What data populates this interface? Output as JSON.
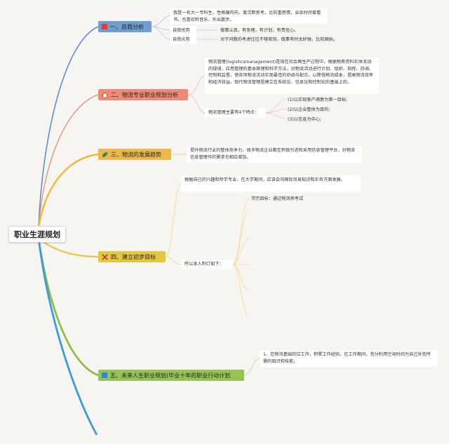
{
  "root": {
    "label": "职业生涯规划"
  },
  "colors": {
    "b1": "#6f9ed0",
    "b1_line": "#5a8fd6",
    "b2": "#f08976",
    "b2_line": "#ef8a77",
    "b3": "#eab84d",
    "b3_line": "#edbb33",
    "b4": "#e3c642",
    "b4_line": "#e8c84a",
    "b5": "#97c254",
    "b5_line": "#8cc040",
    "b6_line": "#3c9bde"
  },
  "branches": {
    "b1": {
      "label": "一、自我分析",
      "icon": "red-square-icon"
    },
    "b2": {
      "label": "二、物流专业职业规划分析",
      "icon": "house-icon"
    },
    "b3": {
      "label": "三、物流的发展趋势",
      "icon": "leaf-icon"
    },
    "b4": {
      "label": "四、建立初步目标",
      "icon": "tools-icon"
    },
    "b5": {
      "label": "五、未来人生职业规划(毕业十年的职业行动计划",
      "icon": "blue-square-icon"
    }
  },
  "b1_children": {
    "intro": "我是一名大一专科生，性格偏内向，爱沉默思考。比较重感情，业余时间爱看书，也喜欢听音乐，外出散步。",
    "strength_label": "自我优势",
    "strength_value": "做事认真，有条理，有计划，有责任心。",
    "weakness_label": "自我劣势",
    "weakness_value": "对于问题的考虑往往不够周到，做事有时太好强，比较固执。"
  },
  "b2_children": {
    "definition": "物流管理(logisticsmanagement)是指在社会再生产过程中，根据物质资料实体流动的规律，应用管理的基本原理和科学方法，对物流活动进行计划、组织、指挥、协调、控制和监督，使各项物流活动实现最佳的协调与配合，以降低物流成本，提高物流效率和经济效益。现代物流管理是建立在系统论、信息论和控制论的基础上的。",
    "features_label": "物流管理主要有4个特点：",
    "features": [
      "(1)以实现客户满意为第一目标;",
      "(2)以企业整体为目的;",
      "(3)以信息为中心;"
    ]
  },
  "b3_children": {
    "text": "提升物流行业的整体竞争力，很多物流企业都在积极引进和采用信息管理平台，对物流信息管理作的需求也相应增加。"
  },
  "b4_children": {
    "basis": "根据自己的兴趣和所学专业，在大学期间，应该会向国际贸易知识和实务方面发展。",
    "plan_label": "所以本人制订如下：",
    "goal": "学历目标：通过物流师考试"
  },
  "b5_children": {
    "text": "1、在物流基础岗位工作，积累工作经验。在工作期间，充分利用空闲时间为自己补充所需的知识和技能。"
  }
}
